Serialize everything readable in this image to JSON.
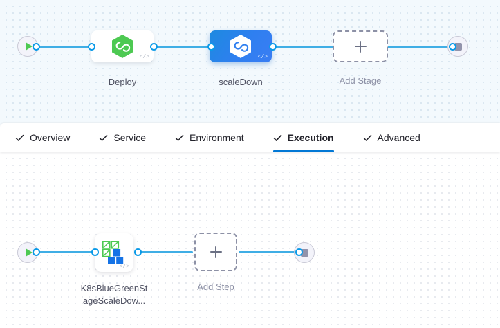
{
  "stage_canvas": {
    "name": "pipeline-stage-graph",
    "background_color": "#f3f9fd",
    "start_node": {
      "icon": "play-icon",
      "label": ""
    },
    "end_node": {
      "icon": "stop-icon",
      "label": ""
    },
    "nodes": [
      {
        "id": "deploy",
        "label": "Deploy",
        "icon": "harness-cd-hexagon-icon",
        "badge": "</>",
        "selected": false,
        "type": "stage"
      },
      {
        "id": "scaleDown",
        "label": "scaleDown",
        "icon": "harness-cd-hexagon-icon",
        "badge": "</>",
        "selected": true,
        "type": "stage"
      },
      {
        "id": "add-stage",
        "label": "Add Stage",
        "icon": "plus-icon",
        "type": "add-placeholder"
      }
    ]
  },
  "tabs": {
    "name": "stage-config-tabs",
    "active_index": 3,
    "active_underline_color": "#0278d5",
    "items": [
      {
        "label": "Overview",
        "icon": "check-icon",
        "complete": true
      },
      {
        "label": "Service",
        "icon": "check-icon",
        "complete": true
      },
      {
        "label": "Environment",
        "icon": "check-icon",
        "complete": true
      },
      {
        "label": "Execution",
        "icon": "check-icon",
        "complete": true
      },
      {
        "label": "Advanced",
        "icon": "check-icon",
        "complete": true
      }
    ]
  },
  "step_canvas": {
    "name": "execution-step-graph",
    "background_color": "#ffffff",
    "start_node": {
      "icon": "play-icon"
    },
    "end_node": {
      "icon": "stop-icon"
    },
    "nodes": [
      {
        "id": "k8s-bluegreen-scaledown",
        "label_line1": "K8sBlueGreenSt",
        "label_line2": "ageScaleDow...",
        "full_label": "K8sBlueGreenStageScaleDow...",
        "icon": "k8s-blue-green-squares-icon",
        "badge": "</>",
        "type": "step"
      },
      {
        "id": "add-step",
        "label": "Add Step",
        "icon": "plus-icon",
        "type": "add-placeholder"
      }
    ]
  },
  "colors": {
    "link": "#40aee5",
    "port_ring": "#0a9ae8",
    "selected_stage": "#2f7ff0",
    "harness_green": "#4dc952",
    "muted_text": "#8d91a6",
    "text": "#22222a"
  }
}
